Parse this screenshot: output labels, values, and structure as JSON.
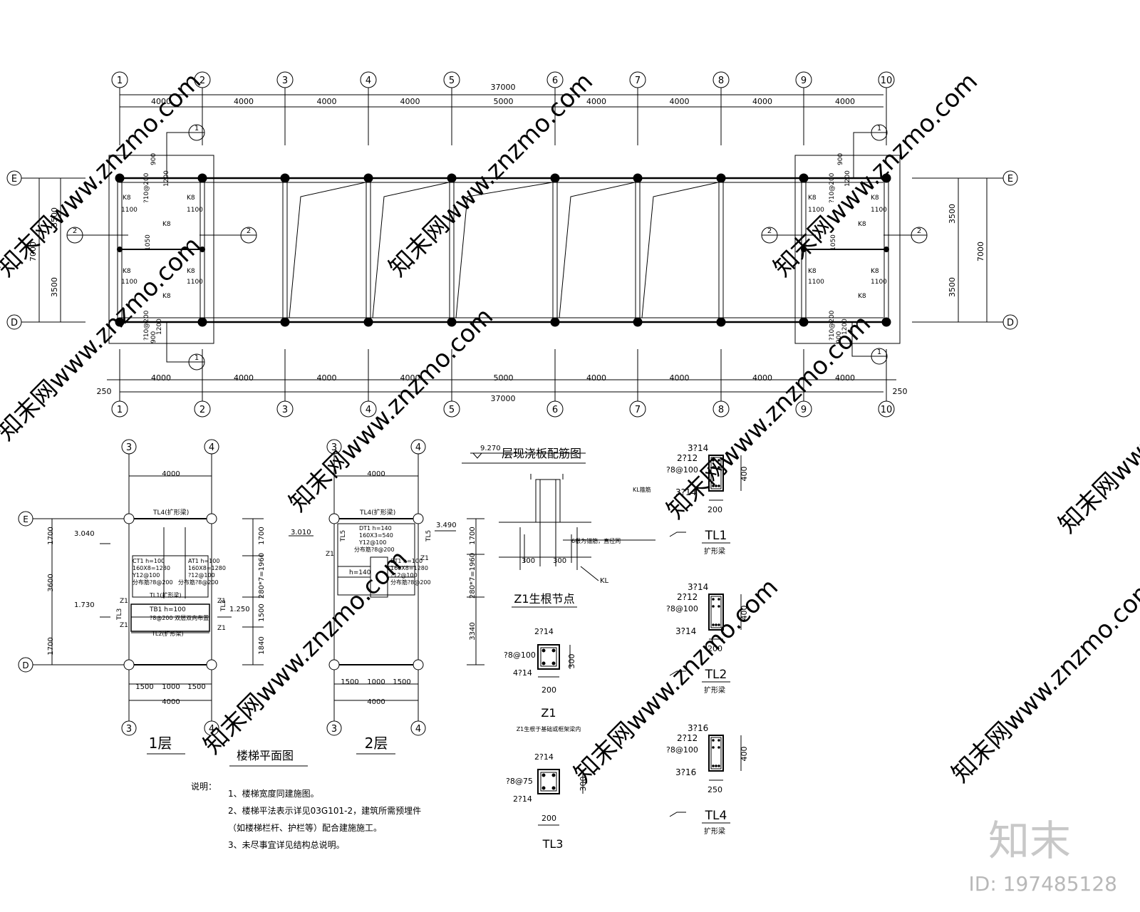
{
  "plan": {
    "axis_numbers": [
      "1",
      "2",
      "3",
      "4",
      "5",
      "6",
      "7",
      "8",
      "9",
      "10"
    ],
    "row_letters": [
      "E",
      "D"
    ],
    "top_spans": [
      "4000",
      "4000",
      "4000",
      "4000",
      "5000",
      "4000",
      "4000",
      "4000",
      "4000"
    ],
    "bottom_spans": [
      "4000",
      "4000",
      "4000",
      "4000",
      "5000",
      "4000",
      "4000",
      "4000",
      "4000"
    ],
    "total_top": "37000",
    "total_bottom": "37000",
    "edge_offset": "250",
    "vertical_left": [
      "3500",
      "3500"
    ],
    "vertical_total": "7000",
    "section_1": "1",
    "section_2": "2",
    "core_labels": {
      "k8": "K8",
      "d1100": "1100",
      "d1200": "1200",
      "d900": "900",
      "d1050": "1050",
      "rebar_a": "?10@200",
      "rebar_b": "?10@200"
    }
  },
  "stairs": {
    "title": "楼梯平面图",
    "floor1": {
      "label": "1层",
      "axes_top": [
        "3",
        "4"
      ],
      "axes_bottom": [
        "3",
        "4"
      ],
      "rows": [
        "E",
        "D"
      ],
      "top_width": "4000",
      "bottom_split": [
        "1500",
        "1000",
        "1500"
      ],
      "bottom_width": "4000",
      "left_dims": [
        "1700",
        "3600",
        "1700"
      ],
      "right_dims": [
        "1700",
        "280*7=1960",
        "1500",
        "1840"
      ],
      "levels": [
        "3.040",
        "1.730",
        "1.250"
      ],
      "tl4": "TL4(扩形梁)",
      "tl1": "TL1(扩形梁)",
      "tl2": "TL2(扩形梁)",
      "at_left": [
        "CT1 h=100",
        "160X8=1280",
        "Y12@100",
        "分布筋?8@200"
      ],
      "at_right": [
        "AT1 h=100",
        "160X8=1280",
        "?12@100",
        "分布筋?8@200"
      ],
      "tb1": [
        "TB1 h=100",
        "?8@200 双层双向布置"
      ],
      "z1": "Z1",
      "tl3": "TL3"
    },
    "floor2": {
      "label": "2层",
      "axes_top": [
        "3",
        "4"
      ],
      "axes_bottom": [
        "3",
        "4"
      ],
      "top_width": "4000",
      "bottom_split": [
        "1500",
        "1000",
        "1500"
      ],
      "bottom_width": "4000",
      "right_dims": [
        "1700",
        "280*7=1960",
        "3340"
      ],
      "levels": [
        "3.010",
        "3.490"
      ],
      "tl4": "TL4(扩形梁)",
      "tl5": "TL5",
      "dt1": [
        "DT1 h=140",
        "160X3=540",
        "Y12@100",
        "分布筋?8@200"
      ],
      "bt1": [
        "BT1 h=100",
        "160X8=1280",
        "?12@100",
        "分布筋?8@200"
      ],
      "z1": "Z1",
      "step": "h=140"
    },
    "notes_head": "说明：",
    "notes": [
      "1、楼梯宽度同建施图。",
      "2、楼梯平法表示详见03G101-2，建筑所需预埋件",
      "（如楼梯栏杆、护栏等）配合建施施工。",
      "3、未尽事宜详见结构总说明。"
    ]
  },
  "slab_title": "层现浇板配筋图",
  "slab_level": "9.270",
  "z1_node": {
    "title": "Z1生根节点",
    "note": "Z1生根于基础或框架梁内",
    "kl": "KL",
    "kl_stirrup": "KL箍筋",
    "anchor_note": "6根为锚筋，直径同",
    "d300a": "300",
    "d300b": "300"
  },
  "z1_section": {
    "label": "Z1",
    "top": "2?14",
    "stirrup": "?8@100",
    "bottom": "4?14",
    "w": "200",
    "h": "300"
  },
  "tl3_section": {
    "label": "TL3",
    "top": "2?14",
    "stirrup": "?8@75",
    "bottom": "2?14",
    "w": "200",
    "h": "300"
  },
  "beams": [
    {
      "label": "TL1",
      "type": "扩形梁",
      "top": "3?14",
      "mid": "2?12",
      "stirrup": "?8@100",
      "bottom": "3?14",
      "w": "200",
      "h": "400"
    },
    {
      "label": "TL2",
      "type": "扩形梁",
      "top": "3?14",
      "mid": "2?12",
      "stirrup": "?8@100",
      "bottom": "3?14",
      "w": "200",
      "h": "400"
    },
    {
      "label": "TL4",
      "type": "扩形梁",
      "top": "3?16",
      "mid": "2?12",
      "stirrup": "?8@100",
      "bottom": "3?16",
      "w": "250",
      "h": "400"
    }
  ],
  "watermark": {
    "brand": "知末",
    "id_text": "ID: 197485128",
    "diag": "知末网www.znzmo.com"
  }
}
